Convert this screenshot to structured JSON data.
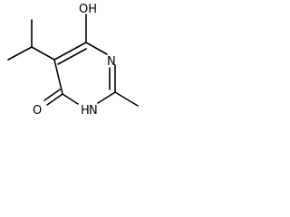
{
  "structure": {
    "atom_labels": {
      "hydroxyl": "OH",
      "ring_nitrogen_upper": "N",
      "ring_nh_lower": "N",
      "ring_nh_hydrogen": "H",
      "carbonyl_oxygen": "O"
    },
    "colors": {
      "bond": "#000000",
      "label": "#000000",
      "background": "#ffffff"
    }
  }
}
